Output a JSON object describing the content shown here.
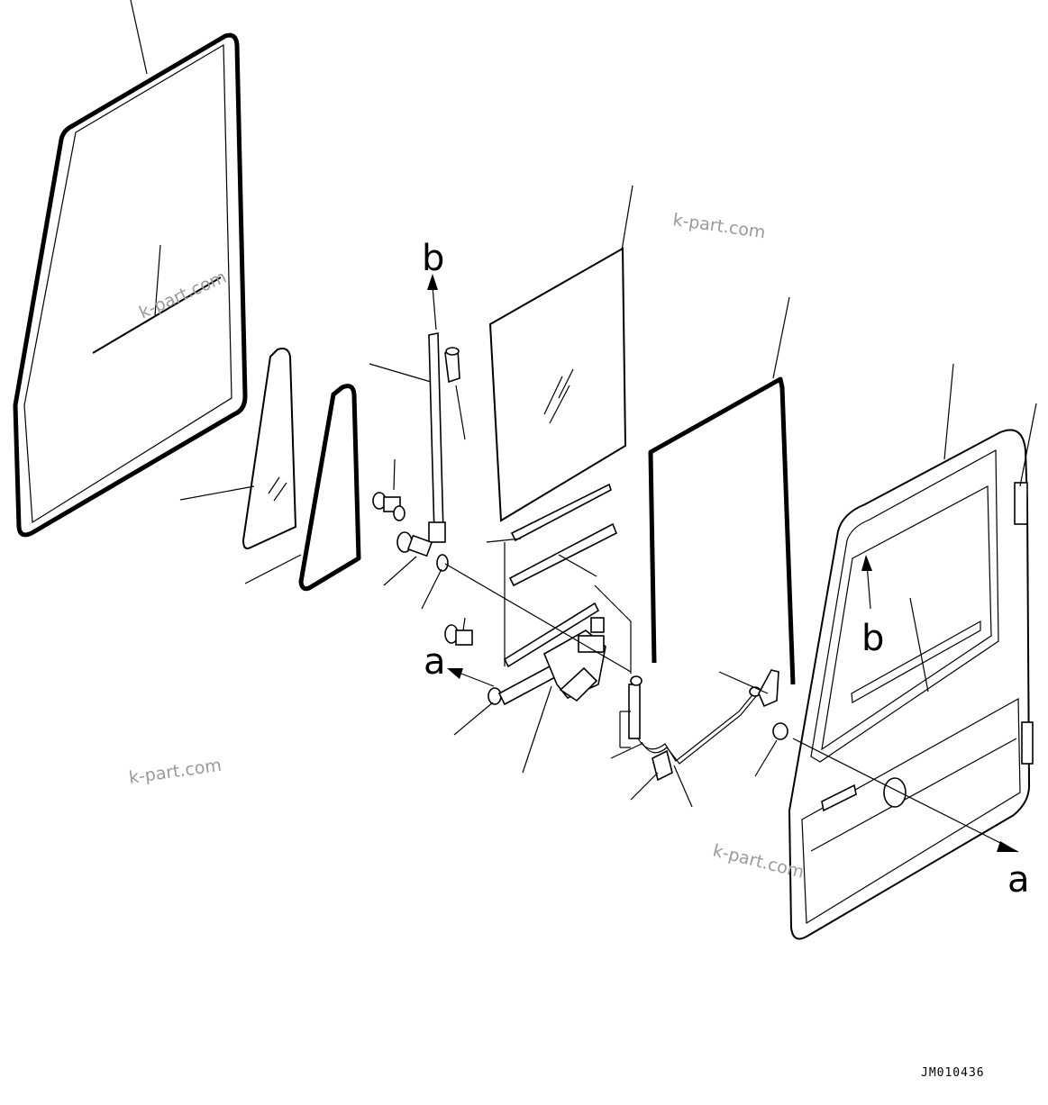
{
  "diagram": {
    "drawing_code": "JM010436",
    "callout_letters": {
      "b_top": "b",
      "b_door": "b",
      "a_left": "a",
      "a_right": "a"
    },
    "watermarks": [
      "k-part.com",
      "k-part.com",
      "k-part.com",
      "k-part.com"
    ]
  }
}
